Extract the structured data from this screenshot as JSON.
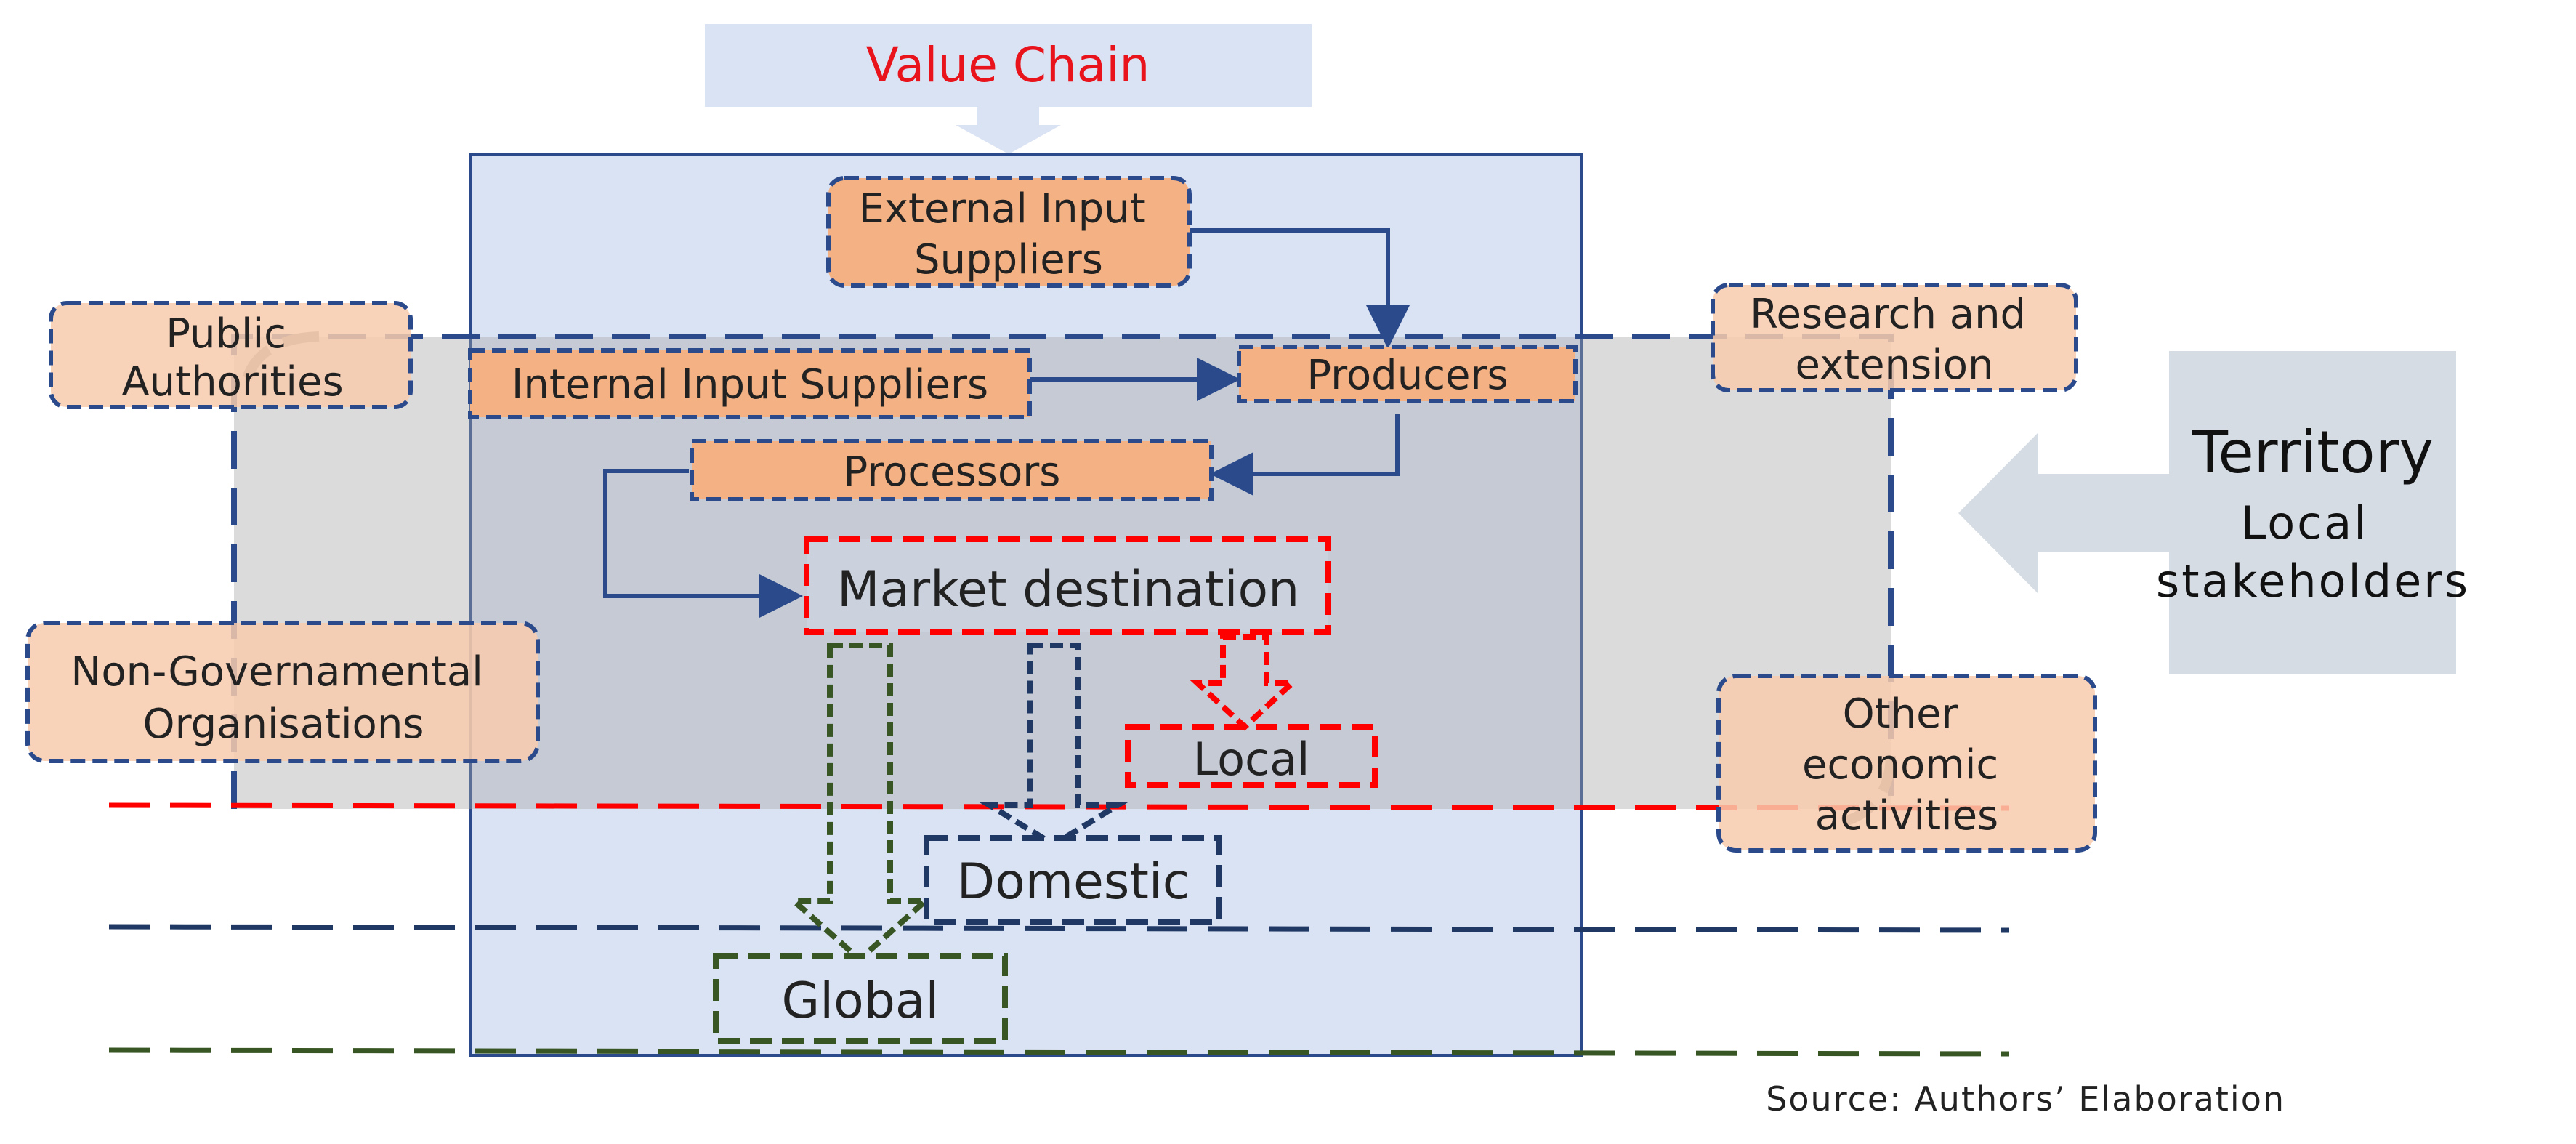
{
  "title": "Value Chain",
  "nodes": {
    "external_input_suppliers": [
      "External Input",
      "Suppliers"
    ],
    "internal_input_suppliers": "Internal Input Suppliers",
    "producers": "Producers",
    "processors": "Processors",
    "market_destination": "Market destination",
    "local": "Local",
    "domestic": "Domestic",
    "global": "Global"
  },
  "stakeholders": {
    "public_authorities": [
      "Public",
      "Authorities"
    ],
    "research_extension": [
      "Research and",
      "extension"
    ],
    "ngo": [
      "Non-Governamental",
      "Organisations"
    ],
    "other_economic": [
      "Other",
      "economic",
      "activities"
    ]
  },
  "territory": {
    "title": "Territory",
    "subtitle": [
      "Local",
      "stakeholders"
    ]
  },
  "source": "Source: Authors’ Elaboration",
  "colors": {
    "title_red": "#e8131b",
    "navy": "#2b4a8c",
    "dark_navy": "#1f3864",
    "red": "#ff0000",
    "green": "#375623",
    "orange_fill": "#f4b183",
    "peach_fill": "#f8cbad",
    "blue_box_fill": "#dae3f3",
    "grey_fill": "#d6d6d6",
    "territory_fill": "#d5dce4"
  }
}
